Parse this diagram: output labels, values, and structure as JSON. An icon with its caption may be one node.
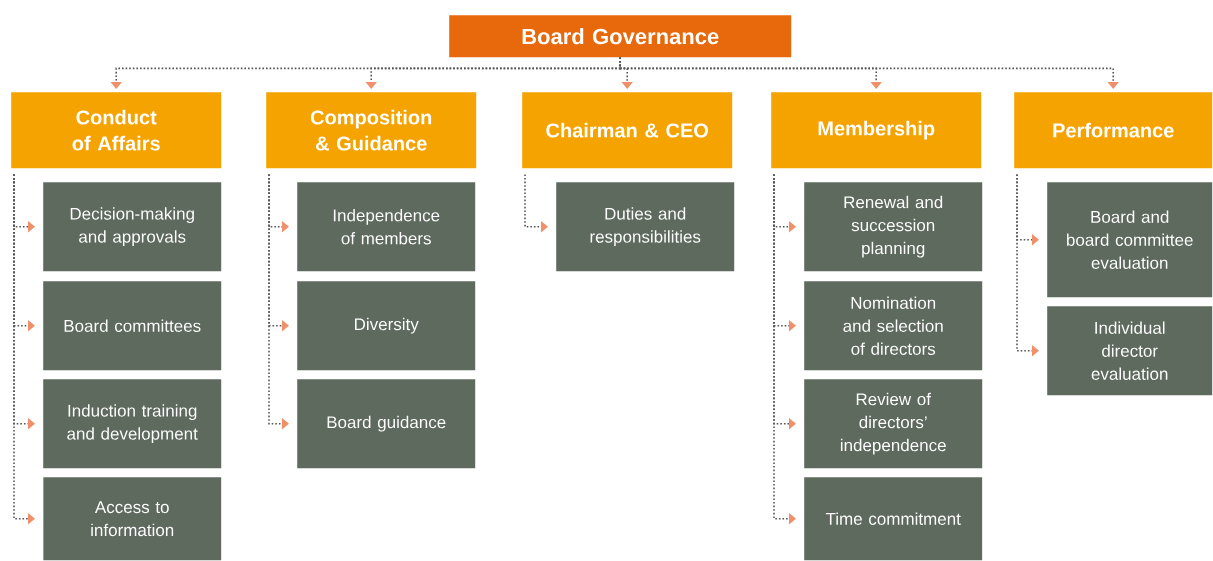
{
  "diagram": {
    "nodes": [
      {
        "text": [
          "Board Governance"
        ]
      },
      {
        "text": [
          "Conduct of Affairs"
        ]
      },
      {
        "text": [
          "Decision-making and approvals"
        ]
      },
      {
        "text": [
          "Board committees"
        ]
      },
      {
        "text": [
          "Induction training and development"
        ]
      },
      {
        "text": [
          "Access to information"
        ]
      },
      {
        "text": [
          "Composition & Guidance"
        ]
      },
      {
        "text": [
          "Independence of members"
        ]
      },
      {
        "text": [
          "Diversity"
        ]
      },
      {
        "text": [
          "Board guidance"
        ]
      },
      {
        "text": [
          "Chairman & CEO"
        ]
      },
      {
        "text": [
          "Duties and responsibilities"
        ]
      },
      {
        "text": [
          "Membership"
        ]
      },
      {
        "text": [
          "Renewal and succession planning"
        ]
      },
      {
        "text": [
          "Nomination and selection of directors"
        ]
      },
      {
        "text": [
          "Review of directors’ independence"
        ]
      },
      {
        "text": [
          "Time commitment"
        ]
      },
      {
        "text": [
          "Performance"
        ]
      },
      {
        "text": [
          "Board and board committee evaluation"
        ]
      },
      {
        "text": [
          "Individual director evaluation"
        ]
      }
    ],
    "edges": [
      {
        "from": 0,
        "to": 1,
        "arrow": "to",
        "style": "dashed"
      },
      {
        "from": 0,
        "to": 6,
        "arrow": "to",
        "style": "dashed"
      },
      {
        "from": 0,
        "to": 10,
        "arrow": "to",
        "style": "dashed"
      },
      {
        "from": 0,
        "to": 12,
        "arrow": "to",
        "style": "dashed"
      },
      {
        "from": 0,
        "to": 17,
        "arrow": "to",
        "style": "dashed"
      },
      {
        "from": 1,
        "to": 2,
        "arrow": "to",
        "style": "dashed"
      },
      {
        "from": 1,
        "to": 3,
        "arrow": "to",
        "style": "dashed"
      },
      {
        "from": 1,
        "to": 4,
        "arrow": "to",
        "style": "dashed"
      },
      {
        "from": 1,
        "to": 5,
        "arrow": "to",
        "style": "dashed"
      },
      {
        "from": 6,
        "to": 7,
        "arrow": "to",
        "style": "dashed"
      },
      {
        "from": 6,
        "to": 8,
        "arrow": "to",
        "style": "dashed"
      },
      {
        "from": 6,
        "to": 9,
        "arrow": "to",
        "style": "dashed"
      },
      {
        "from": 10,
        "to": 11,
        "arrow": "to",
        "style": "dashed"
      },
      {
        "from": 12,
        "to": 13,
        "arrow": "to",
        "style": "dashed"
      },
      {
        "from": 12,
        "to": 14,
        "arrow": "to",
        "style": "dashed"
      },
      {
        "from": 12,
        "to": 15,
        "arrow": "to",
        "style": "dashed"
      },
      {
        "from": 12,
        "to": 16,
        "arrow": "to",
        "style": "dashed"
      },
      {
        "from": 17,
        "to": 18,
        "arrow": "to",
        "style": "dashed"
      },
      {
        "from": 17,
        "to": 19,
        "arrow": "to",
        "style": "dashed"
      }
    ]
  }
}
